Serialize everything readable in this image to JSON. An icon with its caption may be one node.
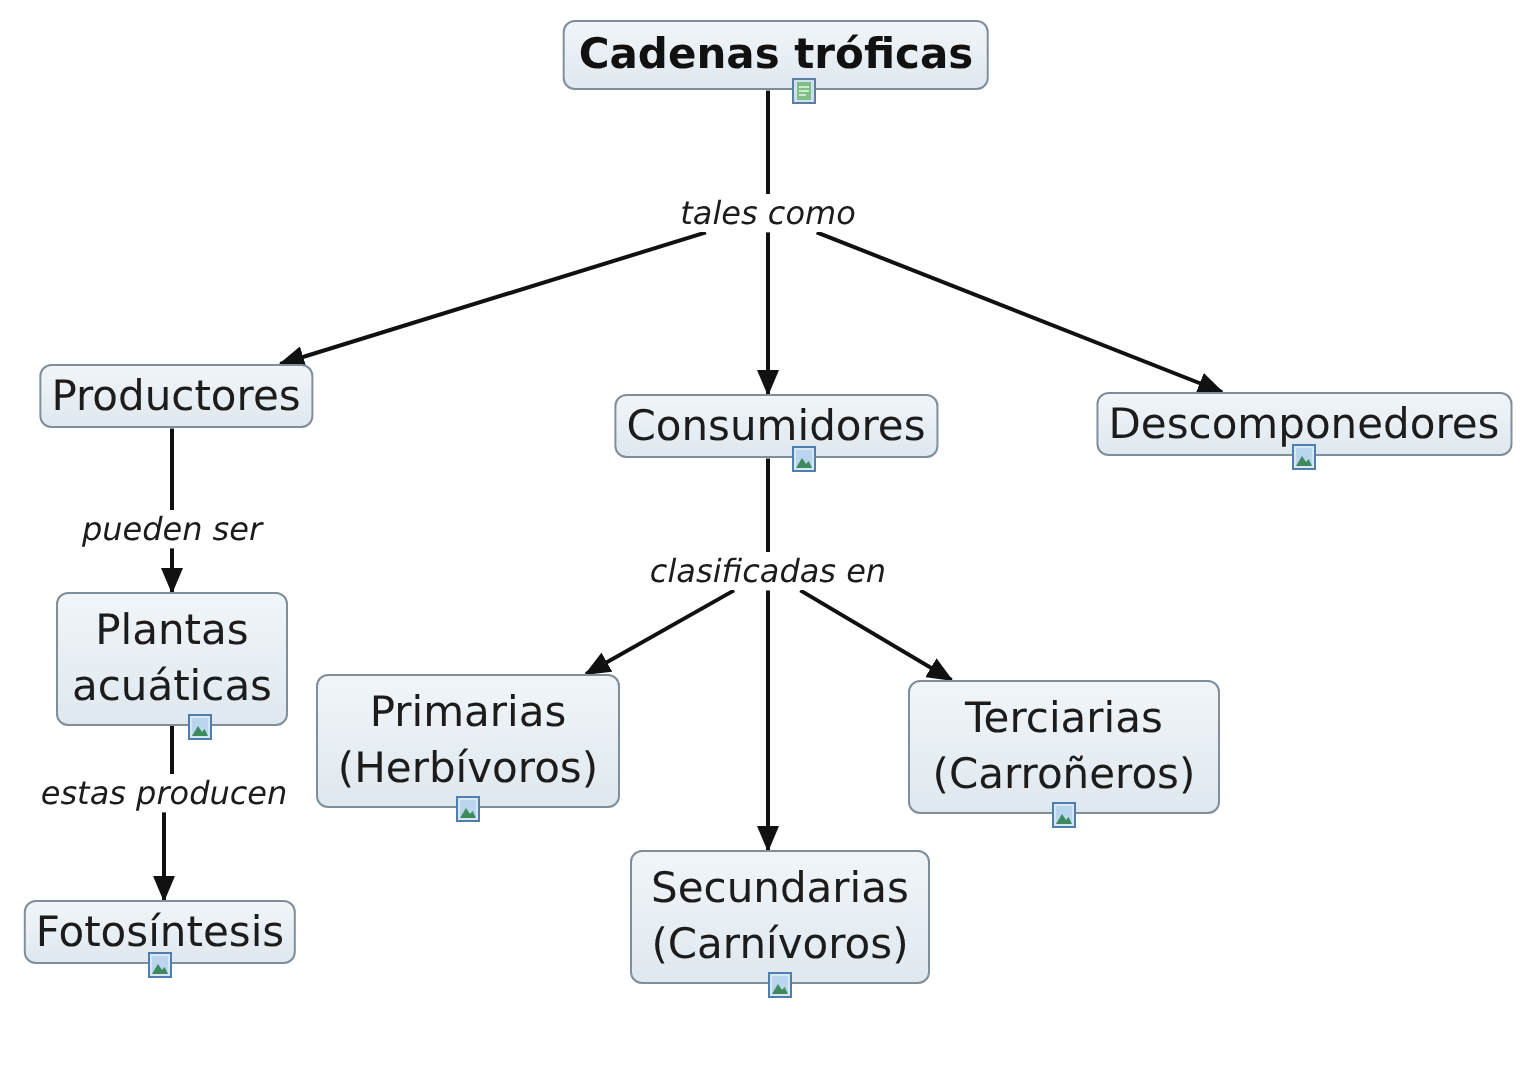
{
  "diagram": {
    "nodes": [
      {
        "text": [
          "Cadenas tróficas"
        ]
      },
      {
        "text": [
          "tales como"
        ]
      },
      {
        "text": [
          "Productores"
        ]
      },
      {
        "text": [
          "Consumidores"
        ]
      },
      {
        "text": [
          "Descomponedores"
        ]
      },
      {
        "text": [
          "pueden ser"
        ]
      },
      {
        "text": [
          "clasificadas en"
        ]
      },
      {
        "text": [
          "Plantas acuáticas"
        ]
      },
      {
        "text": [
          "Primarias (Herbívoros)"
        ]
      },
      {
        "text": [
          "Terciarias (Carroñeros)"
        ]
      },
      {
        "text": [
          "estas producen"
        ]
      },
      {
        "text": [
          "Secundarias (Carnívoros)"
        ]
      },
      {
        "text": [
          "Fotosíntesis"
        ]
      }
    ],
    "edges": [
      {
        "from": 0,
        "to": 1,
        "arrow": "none"
      },
      {
        "from": 1,
        "to": 2,
        "arrow": "to"
      },
      {
        "from": 1,
        "to": 3,
        "arrow": "to"
      },
      {
        "from": 1,
        "to": 4,
        "arrow": "to"
      },
      {
        "from": 2,
        "to": 5,
        "arrow": "none"
      },
      {
        "from": 5,
        "to": 7,
        "arrow": "to"
      },
      {
        "from": 3,
        "to": 6,
        "arrow": "none"
      },
      {
        "from": 6,
        "to": 8,
        "arrow": "to"
      },
      {
        "from": 6,
        "to": 11,
        "arrow": "to"
      },
      {
        "from": 6,
        "to": 9,
        "arrow": "to"
      },
      {
        "from": 7,
        "to": 10,
        "arrow": "none"
      },
      {
        "from": 10,
        "to": 12,
        "arrow": "to"
      }
    ]
  }
}
